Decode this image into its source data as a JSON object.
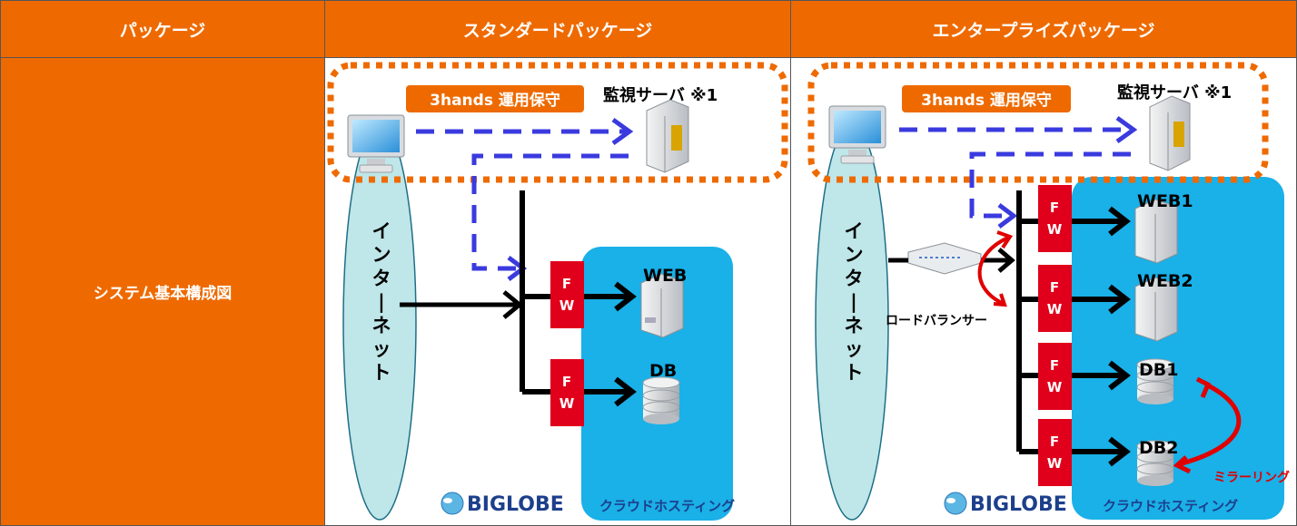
{
  "header": {
    "col1": "パッケージ",
    "col2": "スタンダードパッケージ",
    "col3": "エンタープライズパッケージ"
  },
  "row": {
    "label": "システム基本構成図"
  },
  "standard": {
    "ops_label": "3hands 運用保守",
    "monitor_label": "監視サーバ ※1",
    "internet_label": "インターネット",
    "fw1": [
      "F",
      "W"
    ],
    "fw2": [
      "F",
      "W"
    ],
    "web_label": "WEB",
    "db_label": "DB",
    "brand_name": "BIGLOBE",
    "brand_suffix": "クラウドホスティング"
  },
  "enterprise": {
    "ops_label": "3hands 運用保守",
    "monitor_label": "監視サーバ ※1",
    "internet_label": "インターネット",
    "lb_label": "ロードバランサー",
    "fw_labels": [
      "F",
      "W"
    ],
    "web1_label": "WEB1",
    "web2_label": "WEB2",
    "db1_label": "DB1",
    "db2_label": "DB2",
    "mirror_label": "ミラーリング",
    "brand_name": "BIGLOBE",
    "brand_suffix": "クラウドホスティング"
  },
  "colors": {
    "orange": "#ee6a00",
    "cloud_blue": "#1ab0e8",
    "dash_blue": "#3a3adf",
    "fw_red": "#e0001b",
    "internet_fill": "#bfe6e8",
    "mirror_red": "#e00000"
  }
}
